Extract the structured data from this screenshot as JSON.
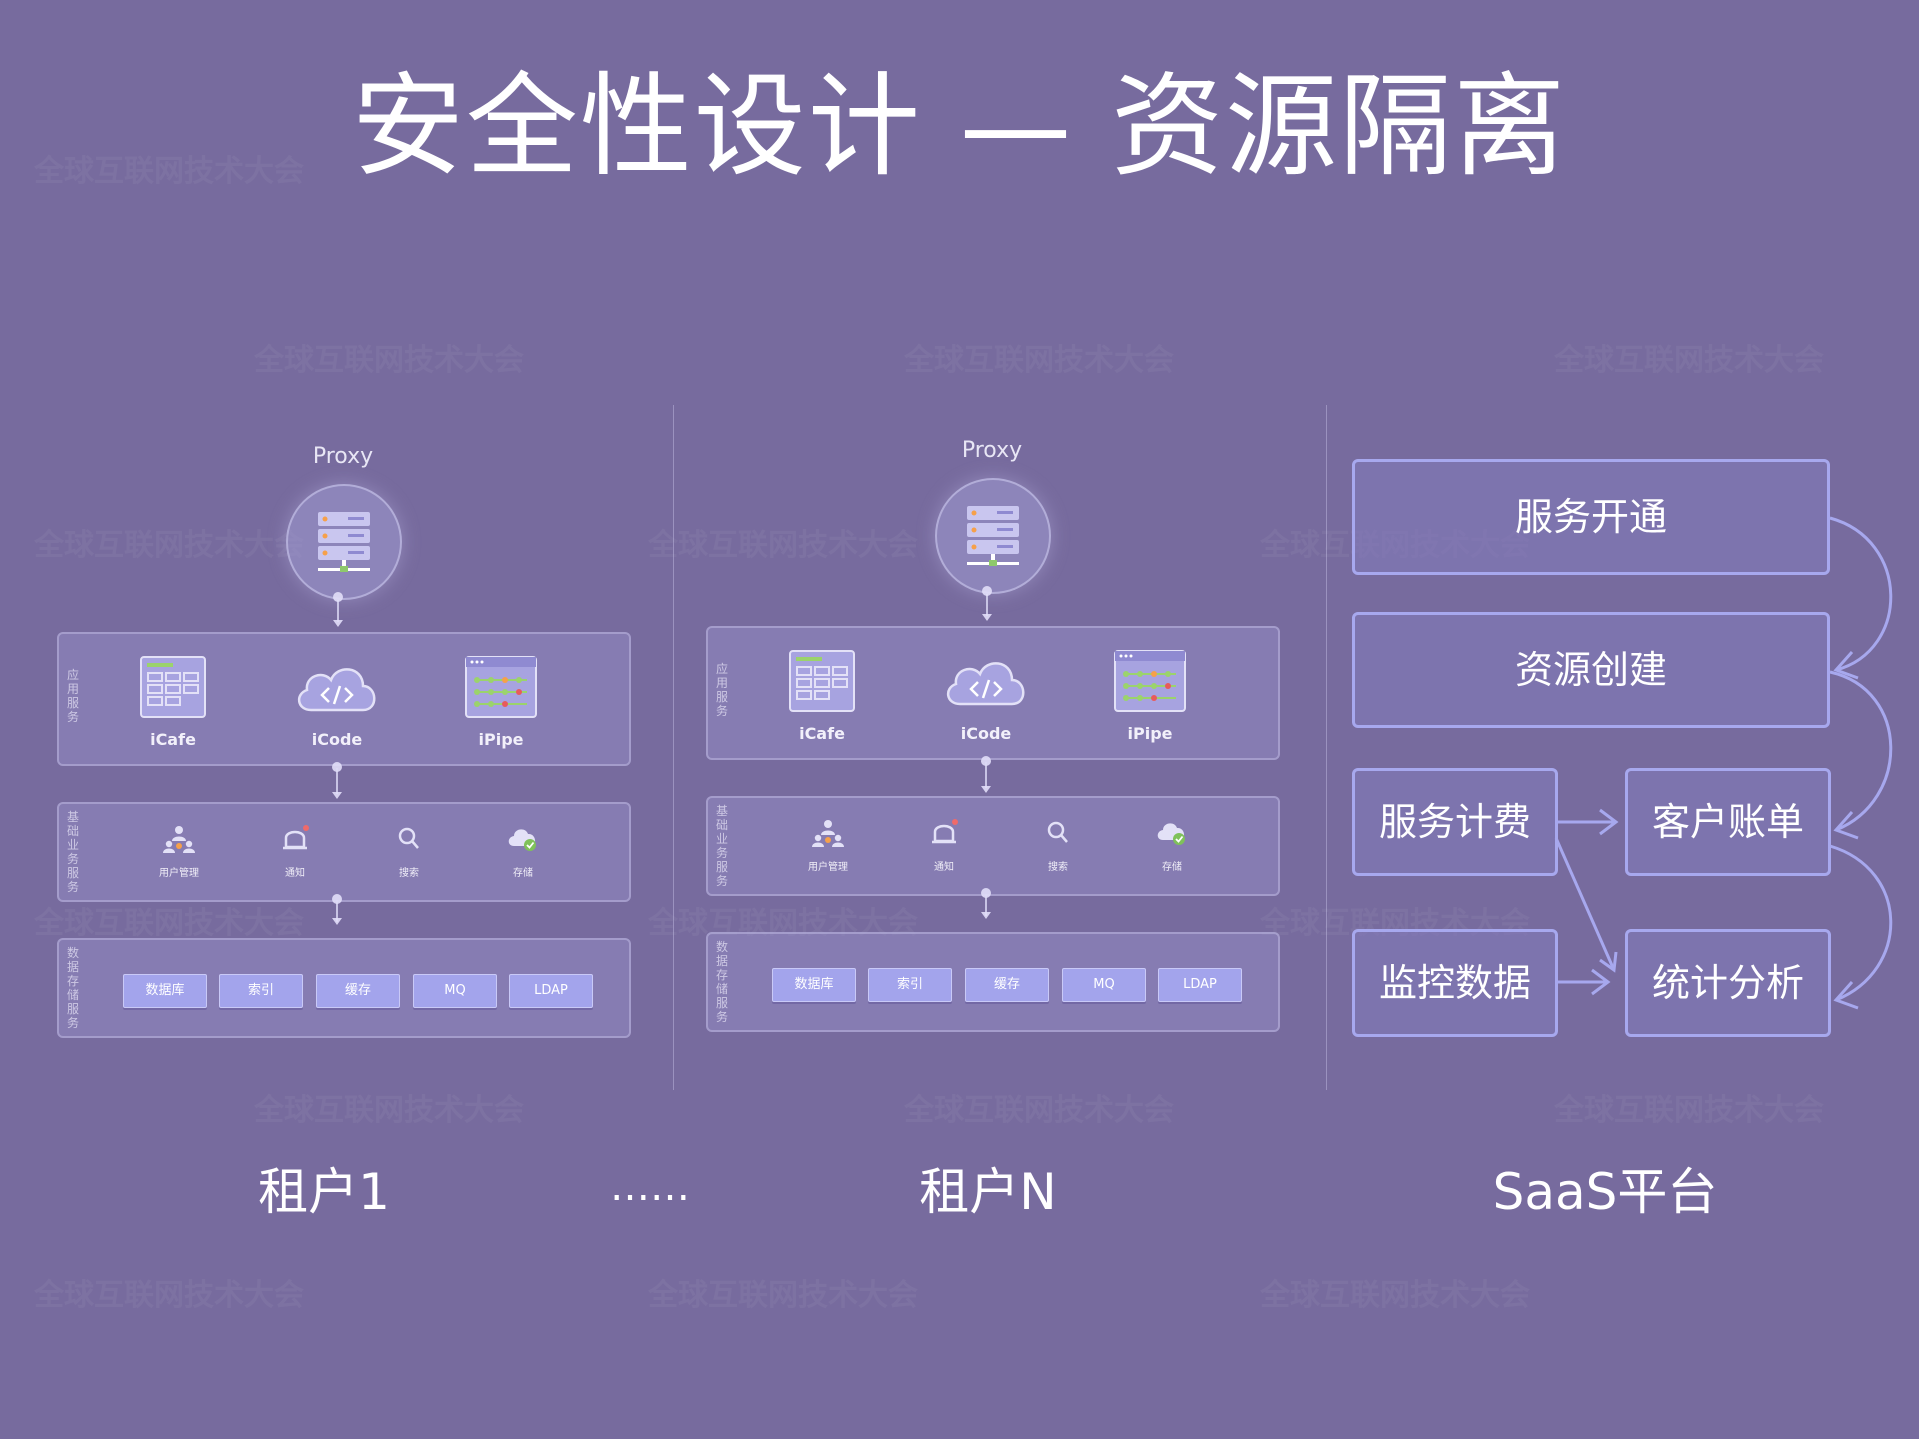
{
  "title": "安全性设计 — 资源隔离",
  "watermark": "全球互联网技术大会",
  "tenant_1": {
    "proxy": "Proxy",
    "app_services_label": "应用服务",
    "apps": [
      "iCafe",
      "iCode",
      "iPipe"
    ],
    "base_services_label": "基础业务服务",
    "base_services": [
      "用户管理",
      "通知",
      "搜索",
      "存储"
    ],
    "storage_label": "数据存储服务",
    "storage": [
      "数据库",
      "索引",
      "缓存",
      "MQ",
      "LDAP"
    ]
  },
  "tenant_n": {
    "proxy": "Proxy",
    "app_services_label": "应用服务",
    "apps": [
      "iCafe",
      "iCode",
      "iPipe"
    ],
    "base_services_label": "基础业务服务",
    "base_services": [
      "用户管理",
      "通知",
      "搜索",
      "存储"
    ],
    "storage_label": "数据存储服务",
    "storage": [
      "数据库",
      "索引",
      "缓存",
      "MQ",
      "LDAP"
    ]
  },
  "labels": {
    "tenant_1": "租户1",
    "ellipsis": "……",
    "tenant_n": "租户N",
    "saas": "SaaS平台"
  },
  "saas": {
    "service_open": "服务开通",
    "resource_create": "资源创建",
    "service_billing": "服务计费",
    "customer_bill": "客户账单",
    "monitor_data": "监控数据",
    "stat_analysis": "统计分析"
  },
  "colors": {
    "background": "#776b9e",
    "storage_box": "#a3a4ec",
    "saas_border": "#a7a8ee"
  }
}
